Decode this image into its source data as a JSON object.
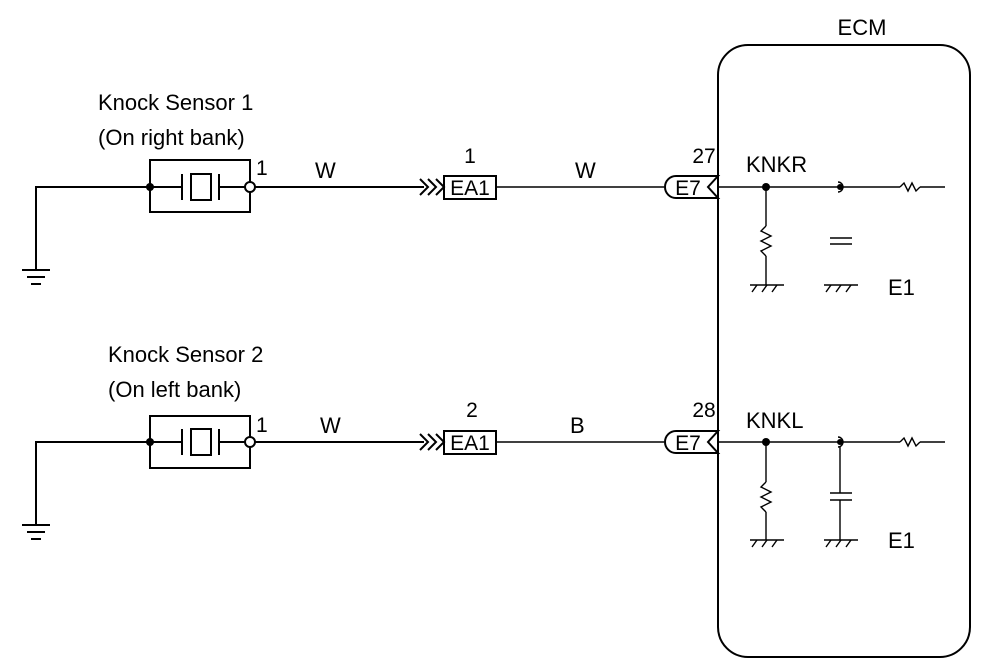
{
  "ecm": {
    "label": "ECM",
    "ground": "E1"
  },
  "circuits": [
    {
      "sensor_name": "Knock Sensor 1",
      "sensor_location": "(On right bank)",
      "sensor_pin": "1",
      "wire_color_in": "W",
      "connector": "EA1",
      "connector_pin": "1",
      "wire_color_out": "W",
      "ecm_connector": "E7",
      "ecm_pin": "27",
      "ecm_terminal": "KNKR",
      "ecm_ground": "E1"
    },
    {
      "sensor_name": "Knock Sensor 2",
      "sensor_location": "(On left bank)",
      "sensor_pin": "1",
      "wire_color_in": "W",
      "connector": "EA1",
      "connector_pin": "2",
      "wire_color_out": "B",
      "ecm_connector": "E7",
      "ecm_pin": "28",
      "ecm_terminal": "KNKL",
      "ecm_ground": "E1"
    }
  ]
}
